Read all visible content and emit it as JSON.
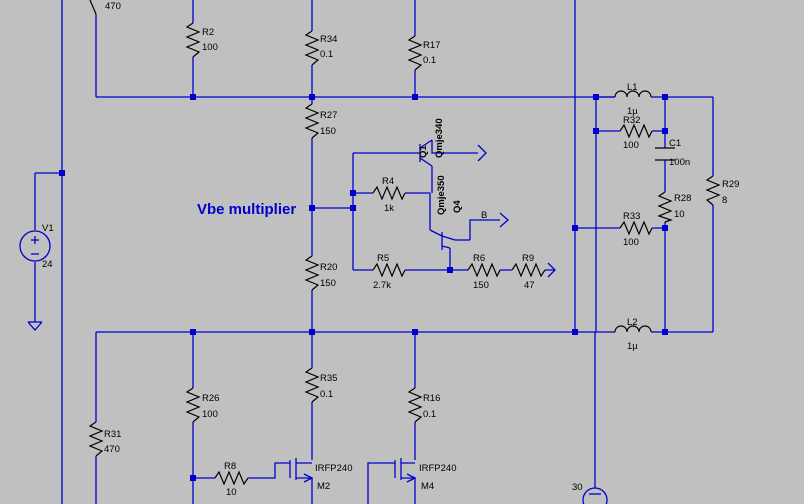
{
  "annotation": "Vbe multiplier",
  "components": {
    "R2": {
      "ref": "R2",
      "value": "100"
    },
    "R34": {
      "ref": "R34",
      "value": "0.1"
    },
    "R17": {
      "ref": "R17",
      "value": "0.1"
    },
    "R27": {
      "ref": "R27",
      "value": "150"
    },
    "R20": {
      "ref": "R20",
      "value": "150"
    },
    "R4": {
      "ref": "R4",
      "value": "1k"
    },
    "R5": {
      "ref": "R5",
      "value": "2.7k"
    },
    "R6": {
      "ref": "R6",
      "value": "150"
    },
    "R9": {
      "ref": "R9",
      "value": "47"
    },
    "R32": {
      "ref": "R32",
      "value": "100"
    },
    "R33": {
      "ref": "R33",
      "value": "100"
    },
    "R28": {
      "ref": "R28",
      "value": "10"
    },
    "R29": {
      "ref": "R29",
      "value": "8"
    },
    "C1": {
      "ref": "C1",
      "value": "100n"
    },
    "L1": {
      "ref": "L1",
      "value": "1µ"
    },
    "L2": {
      "ref": "L2",
      "value": "1µ"
    },
    "R35": {
      "ref": "R35",
      "value": "0.1"
    },
    "R16": {
      "ref": "R16",
      "value": "0.1"
    },
    "R26": {
      "ref": "R26",
      "value": "100"
    },
    "R31": {
      "ref": "R31",
      "value": "470"
    },
    "R8": {
      "ref": "R8",
      "value": "10"
    },
    "V1": {
      "ref": "V1",
      "value": "24"
    },
    "Q1": {
      "ref": "Q1",
      "model": "Qmje340"
    },
    "Q4": {
      "ref": "Q4",
      "model": "Qmje350"
    },
    "M2": {
      "ref": "M2",
      "model": "IRFP240"
    },
    "M4": {
      "ref": "M4",
      "model": "IRFP240"
    }
  },
  "labels": {
    "top_resistor_value": "470",
    "net_b": "B",
    "bottom_source_value": "30"
  }
}
